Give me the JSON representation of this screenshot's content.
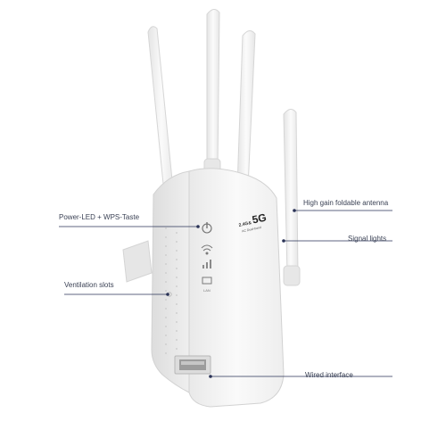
{
  "callouts": {
    "power_led_wps": "Power-LED + WPS-Taste",
    "ventilation": "Ventilation slots",
    "antenna": "High gain foldable antenna",
    "signal_lights": "Signal lights",
    "wired": "Wired interface"
  },
  "device": {
    "band_badge_prefix": "2.4G&",
    "band_badge_number": "5G",
    "band_badge_sub": "AC Dual-band",
    "led_label": "LAN"
  },
  "colors": {
    "body": "#f4f4f4",
    "body_shadow": "#dcdcdc",
    "antenna": "#f1f1f1",
    "line": "#2a3357",
    "text": "#3b4255"
  }
}
